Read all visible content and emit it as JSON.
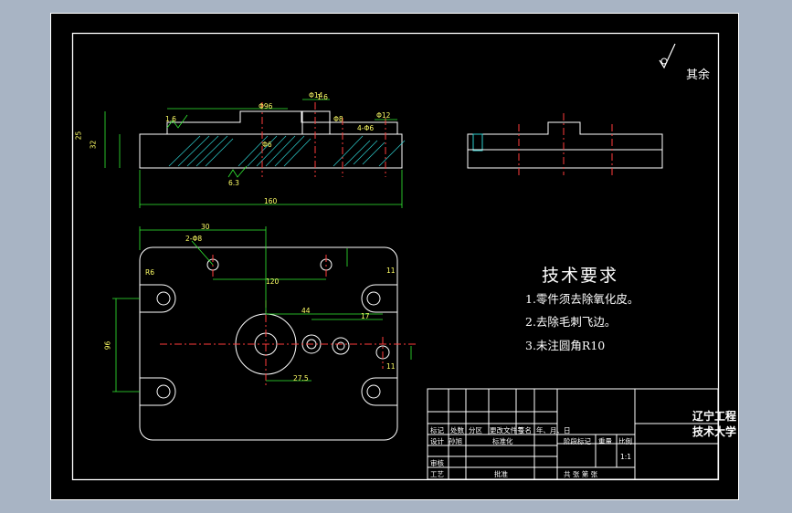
{
  "roughness_note": "其余",
  "title_block": {
    "university": "辽宁工程技术大学",
    "row_labels": [
      "标记",
      "处数",
      "分区",
      "更改文件号",
      "签名",
      "年、月、日"
    ],
    "design": "设计",
    "designer_name": "孙旭",
    "standardize": "标准化",
    "review": "审核",
    "process": "工艺",
    "approve": "批准",
    "stage_marking": "阶段标记",
    "weight": "重量",
    "scale_label": "比例",
    "scale_value": "1:1",
    "sheets": "共  张  第  张"
  },
  "tech_requirements": {
    "title": "技术要求",
    "items": [
      "1.零件须去除氧化皮。",
      "2.去除毛刺飞边。",
      "3.未注圆角R10"
    ]
  },
  "dimensions": {
    "length": "160",
    "d96": "Φ96",
    "d14": "Φ14",
    "d8": "Φ8",
    "d12": "Φ12",
    "d6": "Φ6",
    "hole_note": "2-Φ8",
    "w30": "30",
    "w120": "120",
    "w44": "44",
    "w17": "17",
    "w96": "96",
    "w27": "27.5",
    "r6": "R6",
    "r11a": "11",
    "r11b": "11",
    "h25": "25",
    "h32": "32",
    "ra16": "1.6",
    "ra63": "6.3",
    "ra16b": "1.6",
    "e4": "4-Φ6"
  }
}
